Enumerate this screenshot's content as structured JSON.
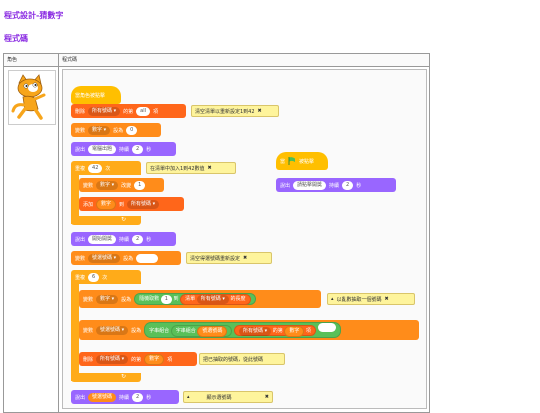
{
  "page": {
    "title": "程式設計-猜數字",
    "subtitle": "程式碼"
  },
  "table": {
    "col1": "角色",
    "col2": "程式碼"
  },
  "scripts": {
    "when_clicked_1": "當角色被點擊",
    "delete_all": {
      "label": "刪除",
      "list": "所有號碼",
      "mid": "的第",
      "item": "all",
      "tail": "項"
    },
    "set_num": {
      "label": "變數",
      "var": "數字",
      "mid": "設為",
      "val": "0"
    },
    "say1": {
      "label": "說出",
      "text": "電腦出題",
      "mid": "持續",
      "secs": "2",
      "unit": "秒"
    },
    "repeat1": {
      "label": "重複",
      "times": "42",
      "unit": "次"
    },
    "change": {
      "label": "變數",
      "var": "數字",
      "mid": "改變",
      "val": "1"
    },
    "add": {
      "label": "添加",
      "var": "數字",
      "mid": "到",
      "list": "所有號碼"
    },
    "say2": {
      "label": "說出",
      "text": "開始開獎",
      "mid": "持續",
      "secs": "2",
      "unit": "秒"
    },
    "set_sel": {
      "label": "變數",
      "var": "號選號碼",
      "mid": "設為"
    },
    "repeat2": {
      "label": "重複",
      "times": "6",
      "unit": "次"
    },
    "set_rand": {
      "label": "變數",
      "var": "數字",
      "mid": "設為",
      "fn": "隨機取數",
      "from": "1",
      "to": "到",
      "list_label": "清單",
      "list": "所有號碼",
      "tail": "的長度"
    },
    "join": {
      "label": "變數",
      "var": "號選號碼",
      "mid": "設為",
      "j1": "字串組合",
      "j2": "字串組合",
      "var2": "號選號碼",
      "list": "所有號碼",
      "mid2": "的第",
      "var3": "數字",
      "tail": "項"
    },
    "del_item": {
      "label": "刪除",
      "list": "所有號碼",
      "mid": "的第",
      "var": "數字",
      "tail": "項"
    },
    "say3": {
      "label": "說出",
      "var": "號選號碼",
      "mid": "持續",
      "secs": "2",
      "unit": "秒"
    },
    "flag_hat": {
      "pre": "當",
      "post": "被點擊"
    },
    "say4": {
      "label": "說出",
      "text": "請點擊開獎",
      "mid": "持續",
      "secs": "2",
      "unit": "秒"
    }
  },
  "notes": {
    "n1": "清空清單以重新設定1到42",
    "n2": "在清單中加入1到42數值",
    "n3": "清空得選號碼重新設定",
    "n4": "以亂數抽取一個號碼",
    "n5": "把已抽取的號碼，從此號碼",
    "n6": "顯示選號碼"
  },
  "colors": {
    "events": "#ffbf00",
    "looks": "#9966ff",
    "variables": "#ff8c1a",
    "lists": "#ff661a",
    "control": "#ffab19",
    "operators": "#59c059"
  }
}
